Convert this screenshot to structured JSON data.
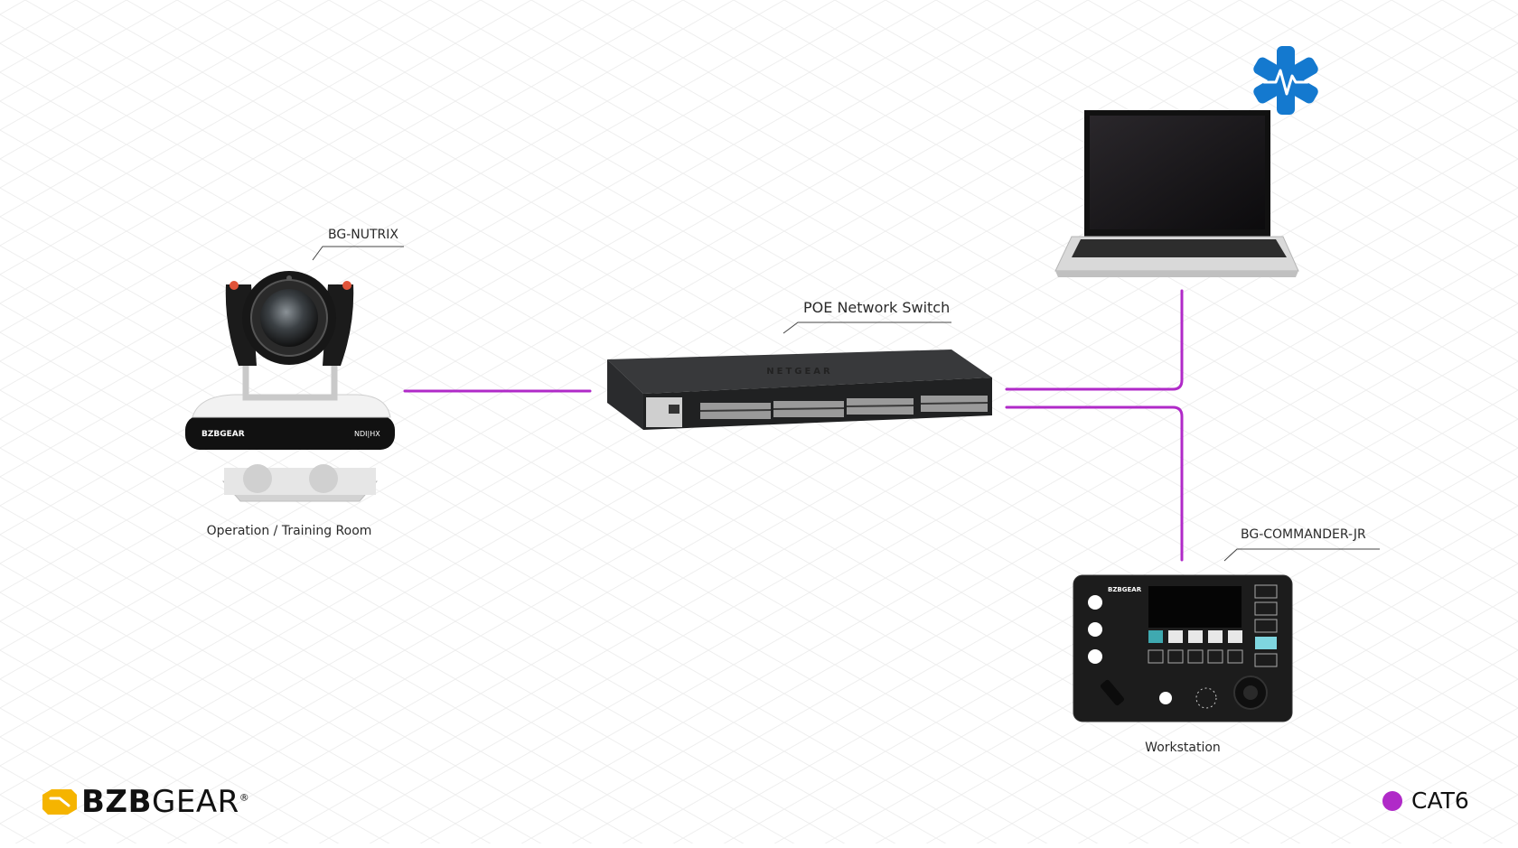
{
  "colors": {
    "cat6_line": "#b02ac8",
    "accent_yellow": "#f5b400",
    "medical_blue": "#1479cf"
  },
  "devices": {
    "camera": {
      "model_label": "BG-NUTRIX",
      "location_label": "Operation / Training Room",
      "brand_text": "BZBGEAR",
      "ndi_text": "NDI|HX"
    },
    "switch": {
      "label": "POE Network Switch",
      "brand_text": "NETGEAR"
    },
    "laptop": {
      "icon": "medical-star-of-life-icon"
    },
    "controller": {
      "model_label": "BG-COMMANDER-JR",
      "location_label": "Workstation",
      "brand_text": "BZBGEAR"
    }
  },
  "logo": {
    "brand_bold": "BZB",
    "brand_light": "GEAR",
    "registered": "®"
  },
  "legend": {
    "items": [
      {
        "label": "CAT6",
        "color": "#b02ac8"
      }
    ]
  }
}
